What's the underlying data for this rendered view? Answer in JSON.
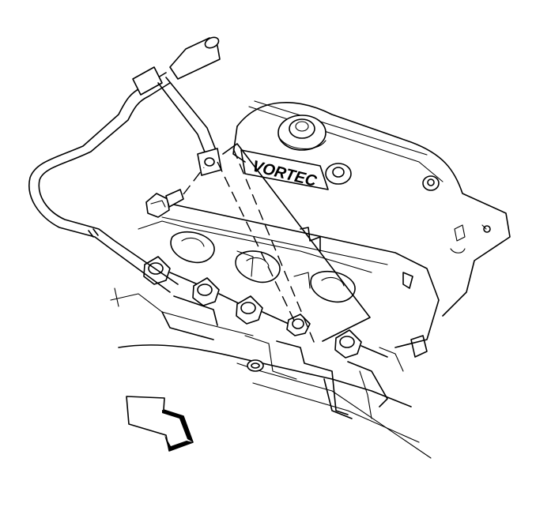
{
  "diagram": {
    "engine_logo_text": "VORTEC",
    "view_direction": "front-arrow",
    "parts": [
      "dipstick-tube",
      "dipstick-tube-bolt",
      "dipstick-tube-bracket",
      "intake-plenum",
      "cylinder-head",
      "exhaust-manifold-studs"
    ],
    "colors": {
      "line": "#000000",
      "background": "#ffffff",
      "arrow_shade": "#000000"
    }
  }
}
